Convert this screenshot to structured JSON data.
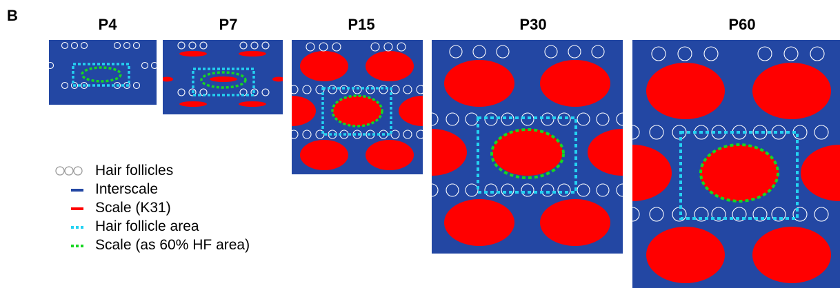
{
  "figure": {
    "panel_letter": "B"
  },
  "stages": [
    {
      "label": "P4"
    },
    {
      "label": "P7"
    },
    {
      "label": "P15"
    },
    {
      "label": "P30"
    },
    {
      "label": "P60"
    }
  ],
  "legend": [
    {
      "symbol": "hair-follicle",
      "label": "Hair follicles"
    },
    {
      "symbol": "interscale",
      "label": "Interscale"
    },
    {
      "symbol": "scale",
      "label": "Scale (K31)"
    },
    {
      "symbol": "hf-area",
      "label": "Hair follicle area"
    },
    {
      "symbol": "scale-area",
      "label": "Scale (as 60% HF area)"
    }
  ],
  "colors": {
    "interscale": "#2347A3",
    "scale": "#FF0000",
    "hair_follicle": "#FFFFFF",
    "hf_area": "#24D2F2",
    "scale_area": "#17D622",
    "legend_follicle": "#9A9A9A"
  }
}
